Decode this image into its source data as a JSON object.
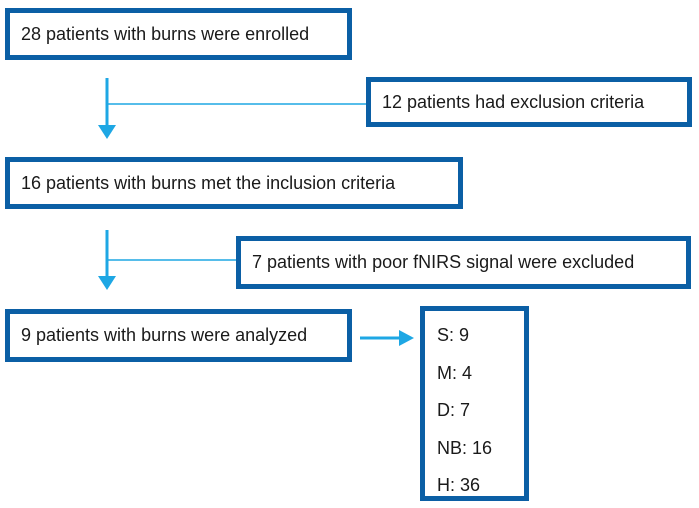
{
  "flowchart": {
    "enrolled": "28 patients with burns were enrolled",
    "exclusion_1": "12 patients had exclusion criteria",
    "inclusion": "16 patients with burns met the inclusion criteria",
    "exclusion_2": "7 patients with poor fNIRS signal were excluded",
    "analyzed": "9 patients with burns were analyzed",
    "groups": [
      "S: 9",
      "M: 4",
      "D: 7",
      "NB: 16",
      "H: 36"
    ]
  },
  "colors": {
    "box_border": "#0b5fa5",
    "arrow": "#1ea7e4",
    "text": "#1a1a1a"
  }
}
